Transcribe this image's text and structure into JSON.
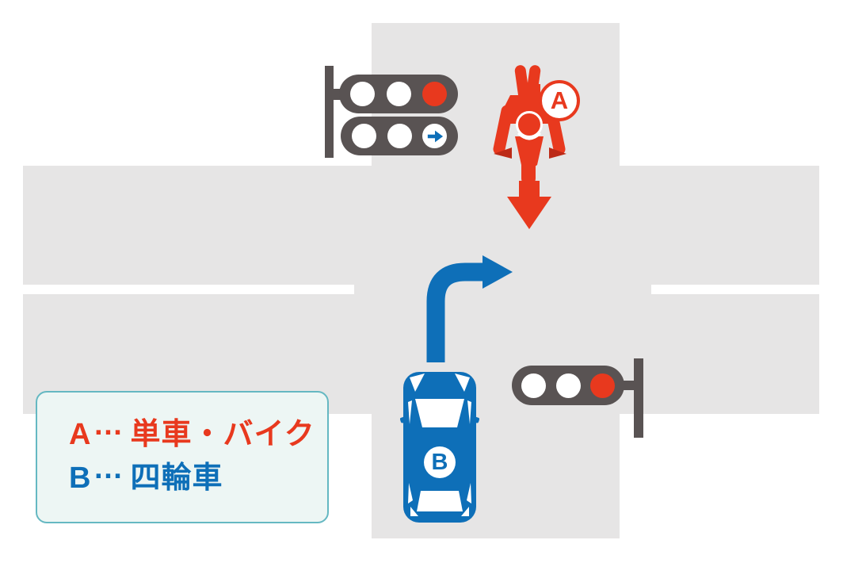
{
  "colors": {
    "road": "#e6e5e5",
    "line": "#ffffff",
    "signal": "#595353",
    "red": "#e8391e",
    "red-dark": "#bc2a17",
    "blue": "#0e6fb8",
    "legend-bg": "#edf6f4",
    "legend-border": "#65b8c2",
    "white": "#ffffff"
  },
  "legend": {
    "items": [
      {
        "marker": "A",
        "ellipsis": "…",
        "label": "単車・バイク"
      },
      {
        "marker": "B",
        "ellipsis": "…",
        "label": "四輪車"
      }
    ]
  },
  "vehicles": {
    "motorcycle": {
      "badge": "A",
      "color": "#e8391e",
      "path_arrow": "down"
    },
    "car": {
      "badge": "B",
      "color": "#0e6fb8",
      "path_arrow": "up-then-right-turn"
    }
  },
  "signals": {
    "north_approach": {
      "main_lights": [
        "off",
        "off",
        "red"
      ],
      "aux_lights": [
        "off",
        "off",
        "right-arrow"
      ]
    },
    "south_approach": {
      "main_lights": [
        "off",
        "off",
        "red"
      ]
    }
  }
}
